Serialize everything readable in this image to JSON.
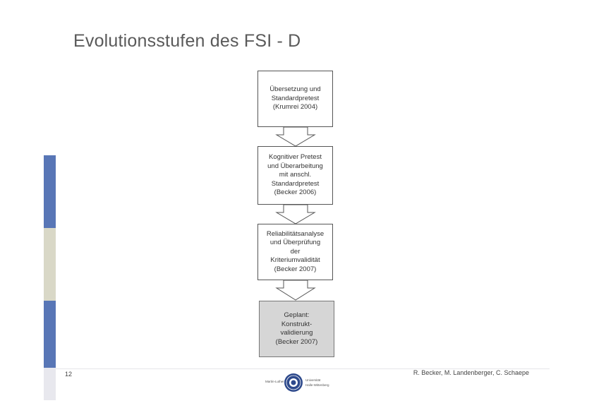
{
  "slide": {
    "title": "Evolutionsstufen des FSI - D",
    "page_number": "12",
    "authors": "R. Becker, M. Landenberger, C. Schaepe"
  },
  "flow": {
    "steps": [
      {
        "text": "Übersetzung und\nStandardpretest\n(Krumrei 2004)"
      },
      {
        "text": "Kognitiver Pretest\nund Überarbeitung\nmit anschl.\nStandardpretest\n(Becker 2006)"
      },
      {
        "text": "Reliabilitätsanalyse\nund Überprüfung\nder\nKriteriumvalidität\n(Becker 2007)"
      },
      {
        "text": "Geplant:\nKonstrukt-\nvalidierung\n(Becker 2007)"
      }
    ]
  },
  "logo": {
    "left_text": "Martin-Luther-",
    "right_text_line1": "Universität",
    "right_text_line2": "Halle-Wittenberg"
  },
  "colors": {
    "sidebar_blue": "#5876b6",
    "sidebar_beige": "#d9d8c7",
    "final_box_fill": "#d6d6d6"
  }
}
